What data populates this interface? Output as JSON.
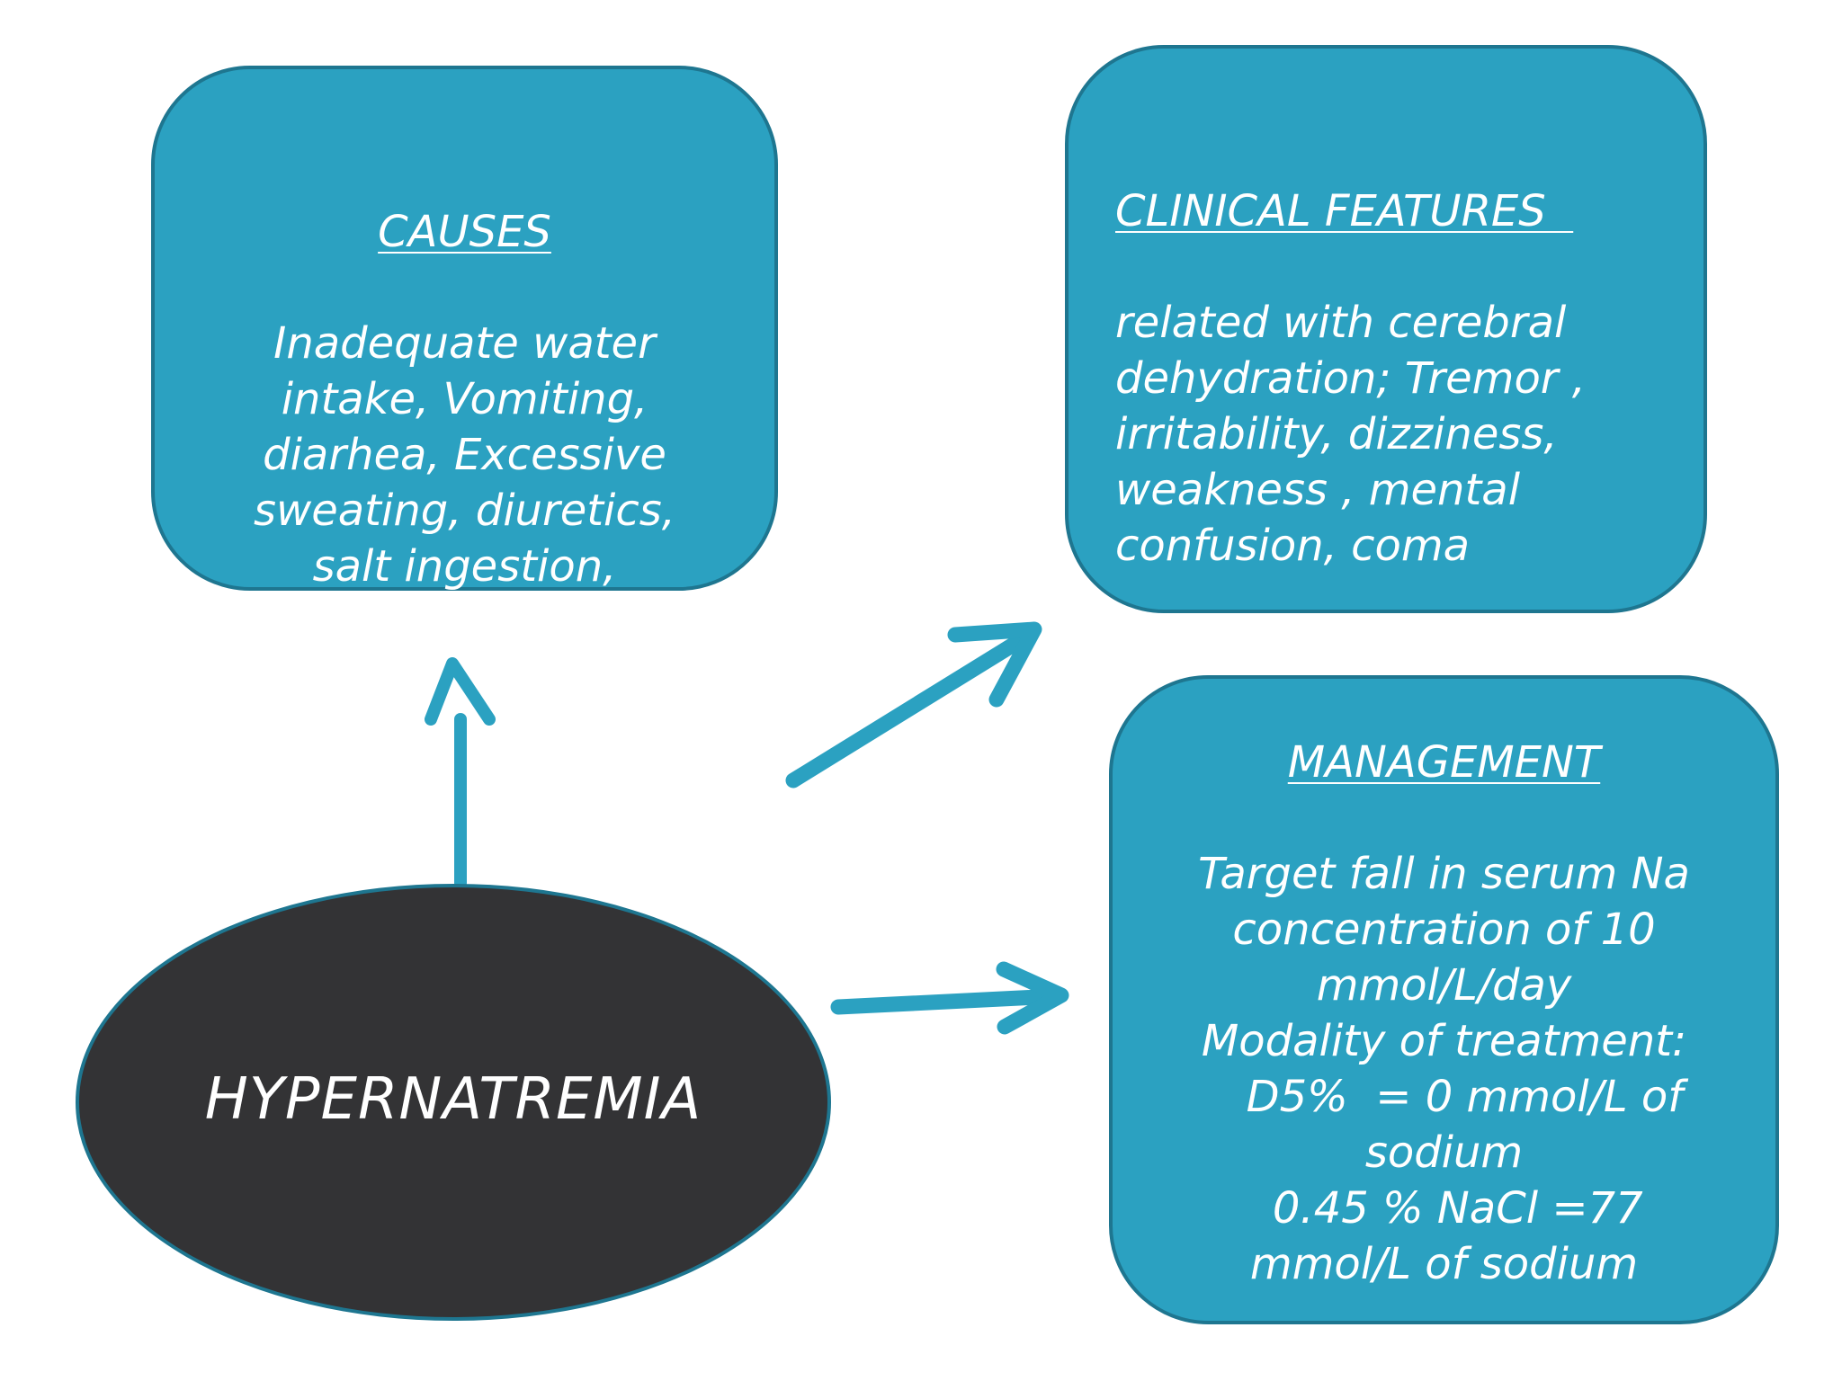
{
  "colors": {
    "box_fill": "#2ba1c1",
    "box_border": "#1e7690",
    "center_fill": "#333335",
    "arrow": "#2ba1c1",
    "text": "#ffffff"
  },
  "center": {
    "label": "HYPERNATREMIA"
  },
  "causes": {
    "title": "CAUSES",
    "lines": [
      "Inadequate water",
      "intake, Vomiting,",
      "diarhea, Excessive",
      "sweating, diuretics,",
      "salt ingestion,"
    ]
  },
  "clinical_features": {
    "title": "CLINICAL FEATURES  ",
    "lines": [
      "related with cerebral",
      "dehydration; Tremor ,",
      "irritability, dizziness,",
      "weakness , mental",
      "confusion, coma"
    ]
  },
  "management": {
    "title": "MANAGEMENT",
    "lines": [
      "Target fall in serum Na",
      "concentration of 10",
      "mmol/L/day",
      "Modality of treatment:",
      "   D5%  = 0 mmol/L of",
      "sodium",
      "  0.45 % NaCl =77",
      "mmol/L of sodium"
    ]
  }
}
